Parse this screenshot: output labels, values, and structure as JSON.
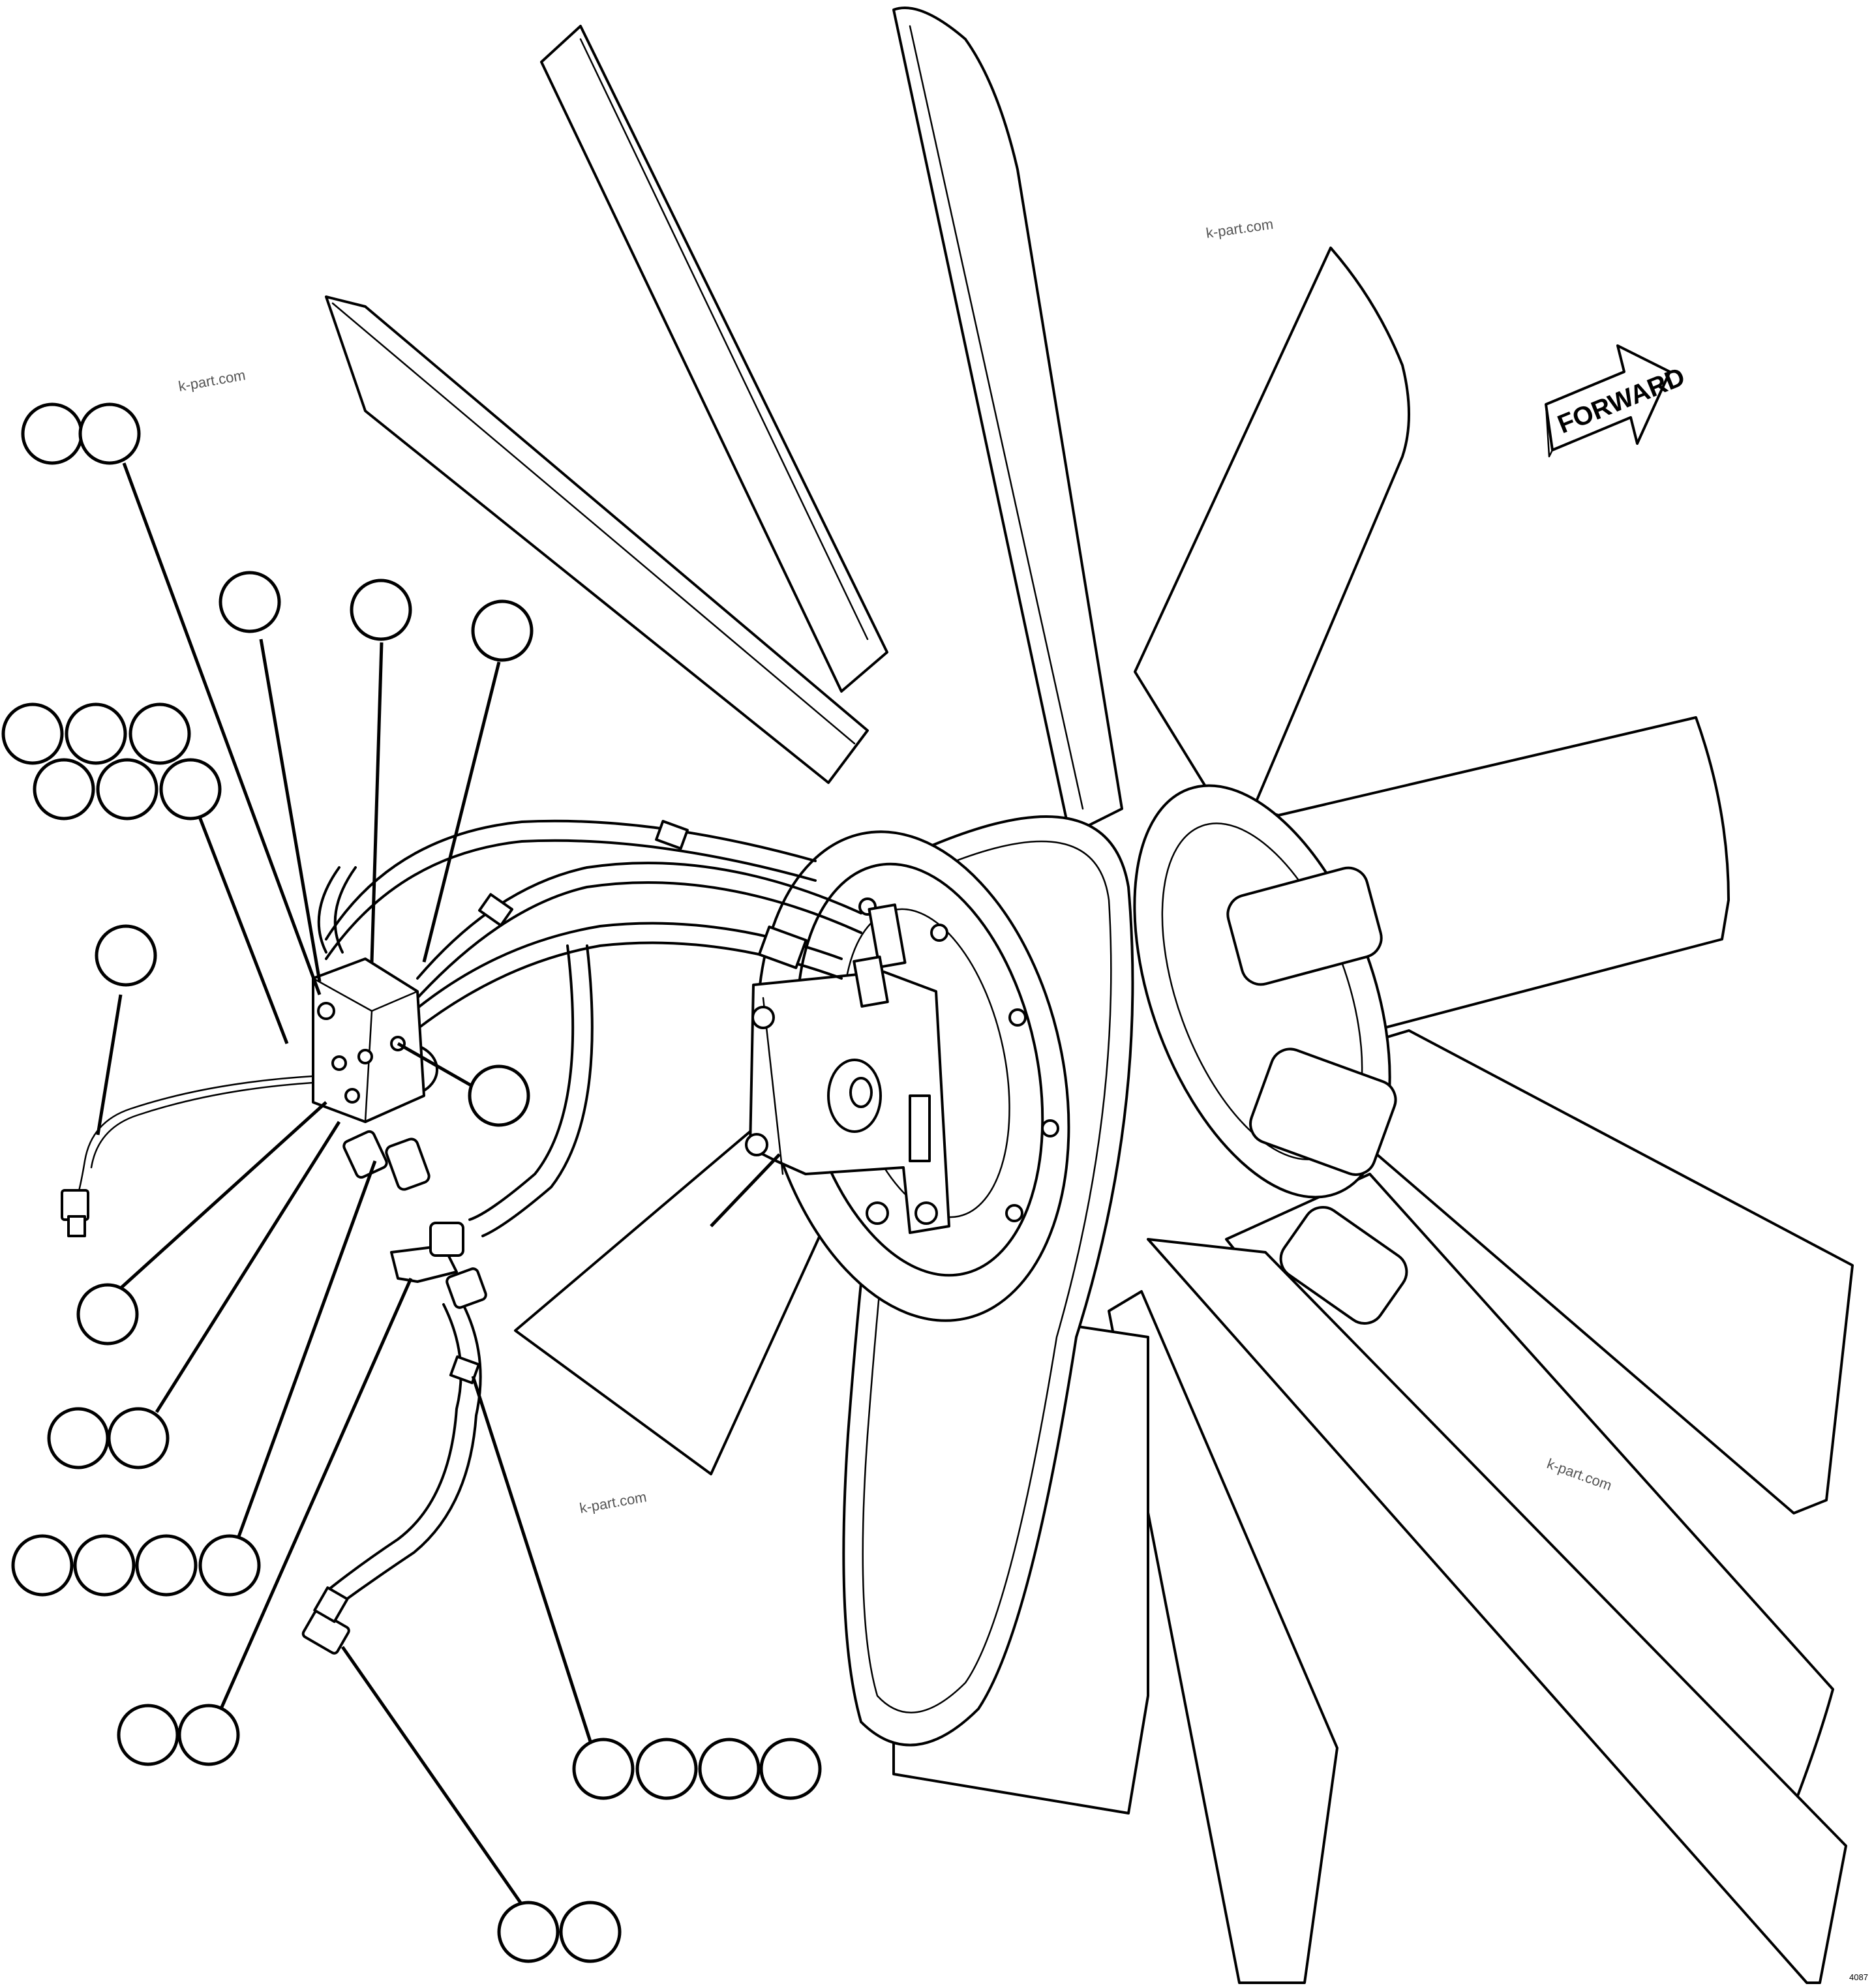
{
  "watermarks": [
    "k-part.com",
    "k-part.com",
    "k-part.com",
    "k-part.com"
  ],
  "direction_arrow_label": "FORWARD",
  "drawing_code": "4087",
  "colors": {
    "line": "#000000",
    "background": "#ffffff"
  },
  "callout_groups": [
    {
      "name": "callout-group-top-left-pair",
      "count": 2
    },
    {
      "name": "callout-single-a",
      "count": 1
    },
    {
      "name": "callout-single-b",
      "count": 1
    },
    {
      "name": "callout-single-c",
      "count": 1
    },
    {
      "name": "callout-group-six",
      "count": 6
    },
    {
      "name": "callout-single-harness",
      "count": 1
    },
    {
      "name": "callout-single-fitting",
      "count": 1
    },
    {
      "name": "callout-single-lower",
      "count": 1
    },
    {
      "name": "callout-pair-lower",
      "count": 2
    },
    {
      "name": "callout-group-four-left",
      "count": 4
    },
    {
      "name": "callout-pair-bottom",
      "count": 2
    },
    {
      "name": "callout-group-four-right",
      "count": 4
    },
    {
      "name": "callout-pair-bottom-most",
      "count": 2
    }
  ]
}
